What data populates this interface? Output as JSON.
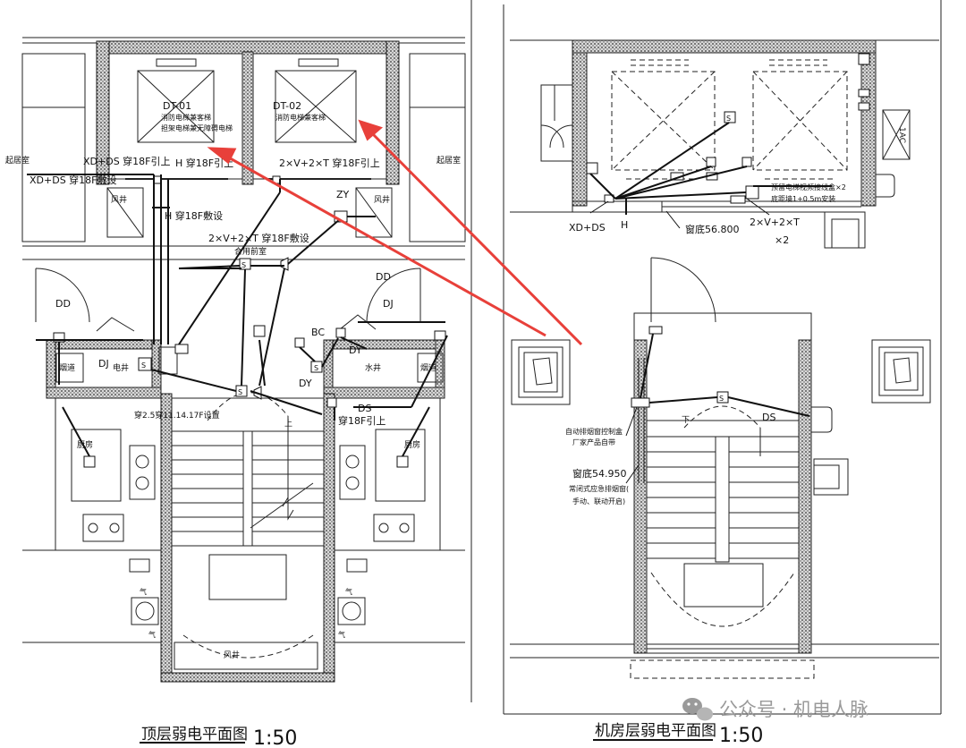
{
  "left_plan": {
    "title": "顶层弱电平面图",
    "scale": "1:50",
    "elevator_1": {
      "code": "DT-01",
      "desc_line1": "消防电梯兼客梯",
      "desc_line2": "担架电梯兼无障碍电梯"
    },
    "elevator_2": {
      "code": "DT-02",
      "desc": "消防电梯兼客梯"
    },
    "rooms": {
      "living_left": "起居室",
      "living_right": "起居室",
      "front_room": "合用前室",
      "electric_shaft": "电井",
      "water_shaft": "水井",
      "flue_left": "烟道",
      "flue_right": "烟道",
      "kitchen_left": "厨房",
      "kitchen_right": "厨房",
      "air_shaft_bottom": "风井",
      "air_shaft_left": "风井",
      "air_shaft_right": "风井",
      "stair_up": "上",
      "gas_left": "气",
      "gas_right": "气",
      "gas_bottom_left": "气",
      "gas_bottom_right": "气"
    },
    "cables": {
      "xd_ds_up": "XD+DS 穿18F引上",
      "xd_ds_lay": "XD+DS 穿18F敷设",
      "h_up": "H 穿18F引上",
      "h_lay": "H 穿18F敷设",
      "v_t_up": "2×V+2×T 穿18F引上",
      "v_t_lay": "2×V+2×T 穿18F敷设",
      "ds_up_line1": "DS",
      "ds_up_line2": "穿18F引上",
      "pipe_note": "穿2.5穿11.14.17F设置"
    },
    "codes": {
      "dd_left": "DD",
      "dd_right": "DD",
      "dj_left": "DJ",
      "dj_right": "DJ",
      "bc": "BC",
      "dy_1": "DY",
      "dy_2": "DY",
      "zy": "ZY"
    }
  },
  "right_plan": {
    "title": "机房层弱电平面图",
    "scale": "1:50",
    "labels": {
      "xd_ds": "XD+DS",
      "h": "H",
      "window_sill_1": "窗底56.800",
      "vt_line1": "2×V+2×T",
      "vt_line2": "×2",
      "reserved_box_line1": "预留电梯视频接线盒×2",
      "reserved_box_line2": "底距墙1+0.5m安装",
      "control_box_line1": "自动排烟窗控制盒",
      "control_box_line2": "厂家产品自带",
      "window_sill_2": "窗底54.950",
      "window_desc_line1": "常闭式应急排烟窗(",
      "window_desc_line2": "手动、联动开启)",
      "ds": "DS",
      "stair_down": "下",
      "vert_code": "1AC"
    }
  },
  "watermark": "公众号 · 机电人脉",
  "colors": {
    "line": "#111111",
    "arrow": "#e8403a",
    "wall": "#4a4a4a",
    "watermark": "#9a9a9a"
  }
}
